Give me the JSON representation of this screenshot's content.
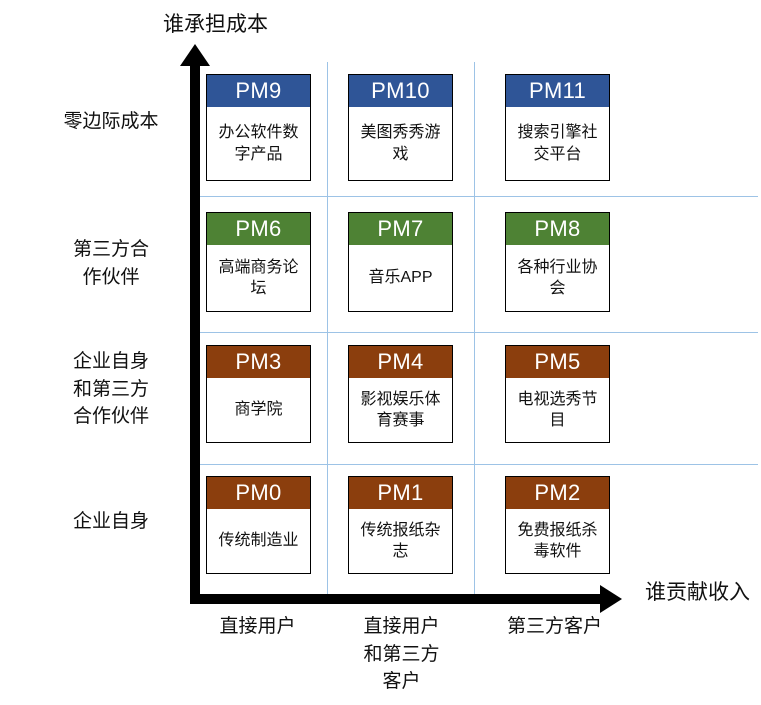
{
  "chart_data": {
    "type": "table",
    "title": "谁承担成本 / 谁贡献收入 二维矩阵",
    "ylabel": "谁承担成本",
    "xlabel": "谁贡献收入",
    "grid": true,
    "legend_position": "none",
    "categories_y": [
      "零边际成本",
      "第三方合作伙伴",
      "企业自身和第三方合作伙伴",
      "企业自身"
    ],
    "categories_x": [
      "直接用户",
      "直接用户和第三方客户",
      "第三方客户"
    ],
    "cells": [
      {
        "id": "PM9",
        "label": "办公软件数字产品",
        "row": 0,
        "col": 0,
        "color": "#2f5597"
      },
      {
        "id": "PM10",
        "label": "美图秀秀游戏",
        "row": 0,
        "col": 1,
        "color": "#2f5597"
      },
      {
        "id": "PM11",
        "label": "搜索引擎社交平台",
        "row": 0,
        "col": 2,
        "color": "#2f5597"
      },
      {
        "id": "PM6",
        "label": "高端商务论坛",
        "row": 1,
        "col": 0,
        "color": "#4e8234"
      },
      {
        "id": "PM7",
        "label": "音乐APP",
        "row": 1,
        "col": 1,
        "color": "#4e8234"
      },
      {
        "id": "PM8",
        "label": "各种行业协会",
        "row": 1,
        "col": 2,
        "color": "#4e8234"
      },
      {
        "id": "PM3",
        "label": "商学院",
        "row": 2,
        "col": 0,
        "color": "#8b3e0d"
      },
      {
        "id": "PM4",
        "label": "影视娱乐体育赛事",
        "row": 2,
        "col": 1,
        "color": "#8b3e0d"
      },
      {
        "id": "PM5",
        "label": "电视选秀节目",
        "row": 2,
        "col": 2,
        "color": "#8b3e0d"
      },
      {
        "id": "PM0",
        "label": "传统制造业",
        "row": 3,
        "col": 0,
        "color": "#8b3e0d"
      },
      {
        "id": "PM1",
        "label": "传统报纸杂志",
        "row": 3,
        "col": 1,
        "color": "#8b3e0d"
      },
      {
        "id": "PM2",
        "label": "免费报纸杀毒软件",
        "row": 3,
        "col": 2,
        "color": "#8b3e0d"
      }
    ]
  },
  "axes": {
    "y_title": "谁承担成本",
    "x_title": "谁贡献收入"
  },
  "row_labels": [
    {
      "text": "零边际成本"
    },
    {
      "text": "第三方合\n作伙伴"
    },
    {
      "text": "企业自身\n和第三方\n合作伙伴"
    },
    {
      "text": "企业自身"
    }
  ],
  "col_labels": [
    {
      "text": "直接用户"
    },
    {
      "text": "直接用户\n和第三方\n客户"
    },
    {
      "text": "第三方客户"
    }
  ],
  "cells": [
    {
      "id": "PM9",
      "title": "PM9",
      "body": "办公软件数字产品"
    },
    {
      "id": "PM10",
      "title": "PM10",
      "body": "美图秀秀游戏"
    },
    {
      "id": "PM11",
      "title": "PM11",
      "body": "搜索引擎社交平台"
    },
    {
      "id": "PM6",
      "title": "PM6",
      "body": "高端商务论坛"
    },
    {
      "id": "PM7",
      "title": "PM7",
      "body": "音乐APP"
    },
    {
      "id": "PM8",
      "title": "PM8",
      "body": "各种行业协会"
    },
    {
      "id": "PM3",
      "title": "PM3",
      "body": "商学院"
    },
    {
      "id": "PM4",
      "title": "PM4",
      "body": "影视娱乐体育赛事"
    },
    {
      "id": "PM5",
      "title": "PM5",
      "body": "电视选秀节目"
    },
    {
      "id": "PM0",
      "title": "PM0",
      "body": "传统制造业"
    },
    {
      "id": "PM1",
      "title": "PM1",
      "body": "传统报纸杂志"
    },
    {
      "id": "PM2",
      "title": "PM2",
      "body": "免费报纸杀毒软件"
    }
  ],
  "colors": {
    "blue": "#2f5597",
    "green": "#4e8234",
    "brown": "#8b3e0d",
    "gridline": "#9dc3e6",
    "axis": "#000000",
    "text": "#111111",
    "cell_text": "#ffffff"
  }
}
